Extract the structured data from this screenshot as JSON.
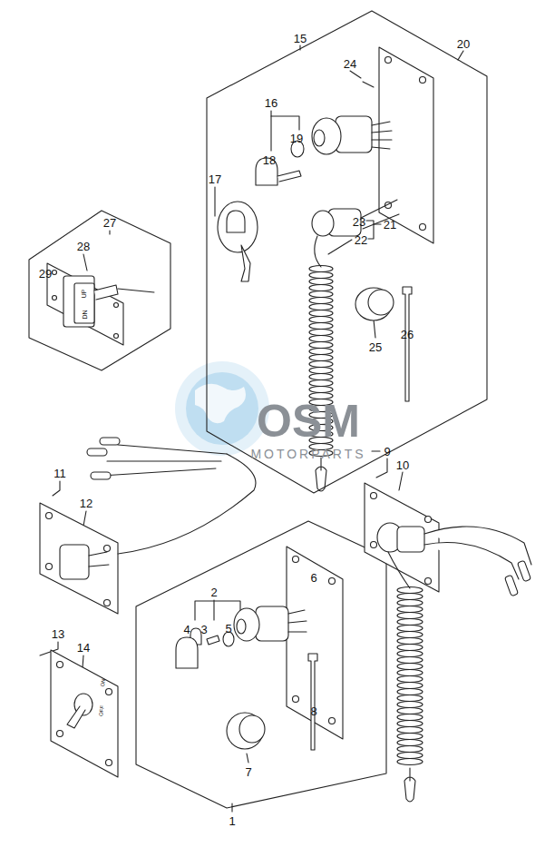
{
  "diagram": {
    "labels": [
      "15",
      "20",
      "24",
      "16",
      "19",
      "18",
      "17",
      "27",
      "28",
      "29",
      "23",
      "21",
      "22",
      "25",
      "26",
      "UP",
      "DN",
      "OSM",
      "MOTORPARTS",
      "9",
      "10",
      "11",
      "12",
      "6",
      "2",
      "5",
      "4",
      "3",
      "13",
      "14",
      "ON",
      "OFF",
      "8",
      "7",
      "1"
    ]
  }
}
